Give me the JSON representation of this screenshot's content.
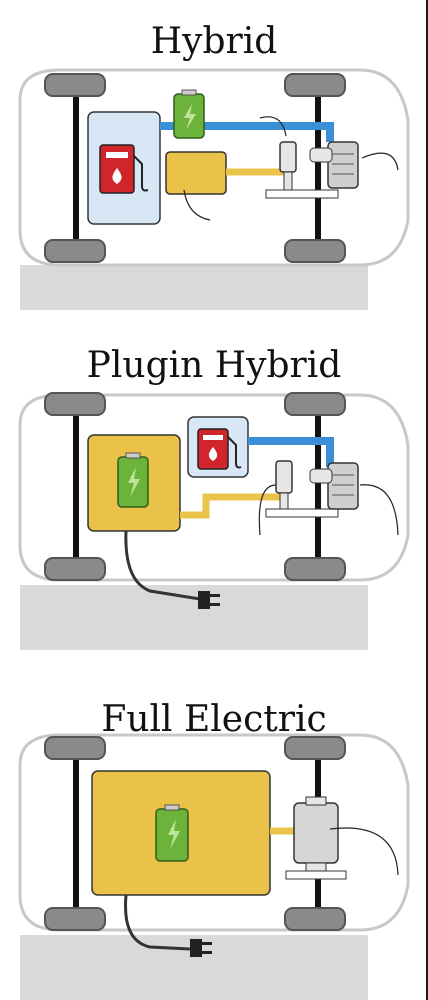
{
  "colors": {
    "battery_green": "#6bb33a",
    "fuel_red": "#d0262b",
    "pipe_blue": "#3a8fd6",
    "pipe_yellow": "#e9c34a",
    "yellow_box": "#ebc249",
    "light_blue_box": "#d8e7f6",
    "road_gray": "#d9d9db",
    "tire_gray": "#8a8a8d"
  },
  "sections": [
    {
      "title": "Hybrid"
    },
    {
      "title": "Plugin Hybrid"
    },
    {
      "title": "Full Electric"
    }
  ]
}
